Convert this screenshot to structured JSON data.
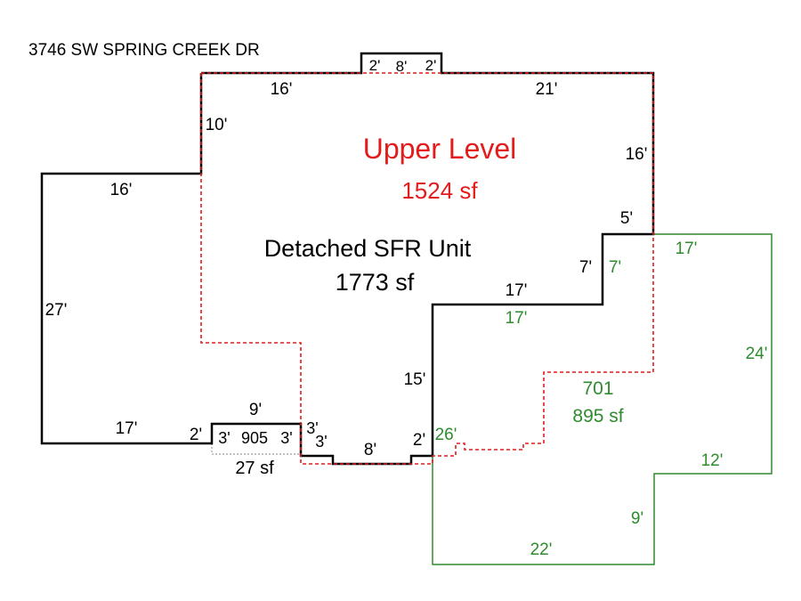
{
  "address": "3746 SW SPRING CREEK DR",
  "colors": {
    "main_outline": "#000000",
    "upper_outline": "#e31b1b",
    "garage_outline": "#2e8b2e",
    "dotted_outline": "#888888"
  },
  "upper_level": {
    "title": "Upper Level",
    "area": "1524 sf"
  },
  "main_unit": {
    "title": "Detached SFR Unit",
    "area": "1773 sf"
  },
  "small_area": {
    "code": "905",
    "area": "27 sf"
  },
  "garage": {
    "code": "701",
    "area": "895 sf"
  },
  "dims": {
    "top_left_16": "16'",
    "top_right_21": "21'",
    "bump_2a": "2'",
    "bump_8": "8'",
    "bump_2b": "2'",
    "left_10": "10'",
    "right_16": "16'",
    "wing_top_16": "16'",
    "wing_left_27": "27'",
    "wing_bottom_17": "17'",
    "step_2": "2'",
    "sm_top_9": "9'",
    "sm_left_3": "3'",
    "sm_right_3": "3'",
    "sm_side_3": "3'",
    "bottom_3": "3'",
    "bottom_8": "8'",
    "bottom_2": "2'",
    "mid_15": "15'",
    "step_17": "17'",
    "step_7": "7'",
    "step_5": "5'",
    "g_17_top": "17'",
    "g_7": "7'",
    "g_17_mid": "17'",
    "g_24": "24'",
    "g_26": "26'",
    "g_12": "12'",
    "g_9": "9'",
    "g_22": "22'"
  }
}
